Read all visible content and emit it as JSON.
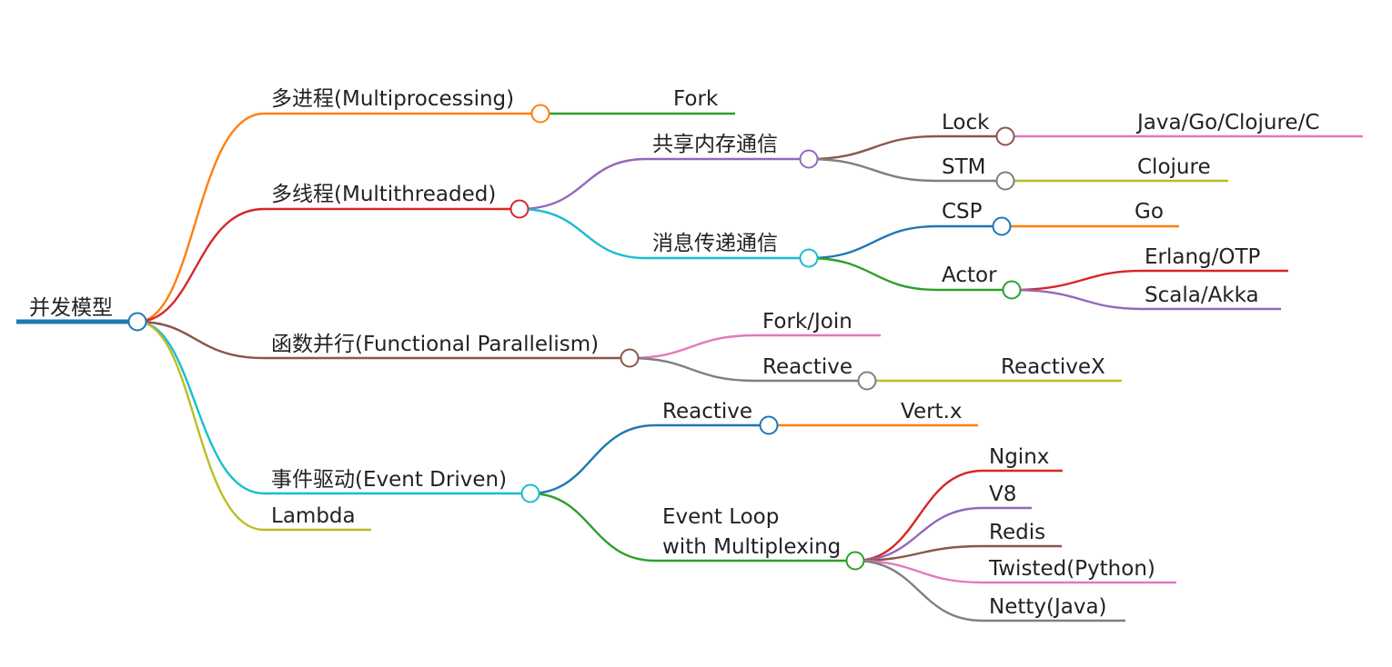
{
  "root": {
    "label": "并发模型",
    "color": "#1f77b4"
  },
  "branches": {
    "multiprocessing": {
      "label": "多进程(Multiprocessing)",
      "color": "#ff7f0e",
      "children": {
        "fork": {
          "label": "Fork",
          "color": "#2ca02c"
        }
      }
    },
    "multithreaded": {
      "label": "多线程(Multithreaded)",
      "color": "#d62728",
      "children": {
        "shared_memory": {
          "label": "共享内存通信",
          "color": "#9467bd",
          "children": {
            "lock": {
              "label": "Lock",
              "color": "#8c564b",
              "leaf": {
                "label": "Java/Go/Clojure/C",
                "color": "#e377c2"
              }
            },
            "stm": {
              "label": "STM",
              "color": "#7f7f7f",
              "leaf": {
                "label": "Clojure",
                "color": "#bcbd22"
              }
            }
          }
        },
        "message_passing": {
          "label": "消息传递通信",
          "color": "#17becf",
          "children": {
            "csp": {
              "label": "CSP",
              "color": "#1f77b4",
              "leaf": {
                "label": "Go",
                "color": "#ff7f0e"
              }
            },
            "actor": {
              "label": "Actor",
              "color": "#2ca02c",
              "leaves": [
                {
                  "label": "Erlang/OTP",
                  "color": "#d62728"
                },
                {
                  "label": "Scala/Akka",
                  "color": "#9467bd"
                }
              ]
            }
          }
        }
      }
    },
    "functional": {
      "label": "函数并行(Functional Parallelism)",
      "color": "#8c564b",
      "children": {
        "fork_join": {
          "label": "Fork/Join",
          "color": "#e377c2"
        },
        "reactive": {
          "label": "Reactive",
          "color": "#7f7f7f",
          "leaf": {
            "label": "ReactiveX",
            "color": "#bcbd22"
          }
        }
      }
    },
    "event_driven": {
      "label": "事件驱动(Event Driven)",
      "color": "#17becf",
      "children": {
        "reactive": {
          "label": "Reactive",
          "color": "#1f77b4",
          "leaf": {
            "label": "Vert.x",
            "color": "#ff7f0e"
          }
        },
        "event_loop": {
          "label_line1": "Event Loop",
          "label_line2": "with Multiplexing",
          "color": "#2ca02c",
          "leaves": [
            {
              "label": "Nginx",
              "color": "#d62728"
            },
            {
              "label": "V8",
              "color": "#9467bd"
            },
            {
              "label": "Redis",
              "color": "#8c564b"
            },
            {
              "label": "Twisted(Python)",
              "color": "#e377c2"
            },
            {
              "label": "Netty(Java)",
              "color": "#7f7f7f"
            }
          ]
        }
      }
    },
    "lambda": {
      "label": "Lambda",
      "color": "#bcbd22"
    }
  }
}
